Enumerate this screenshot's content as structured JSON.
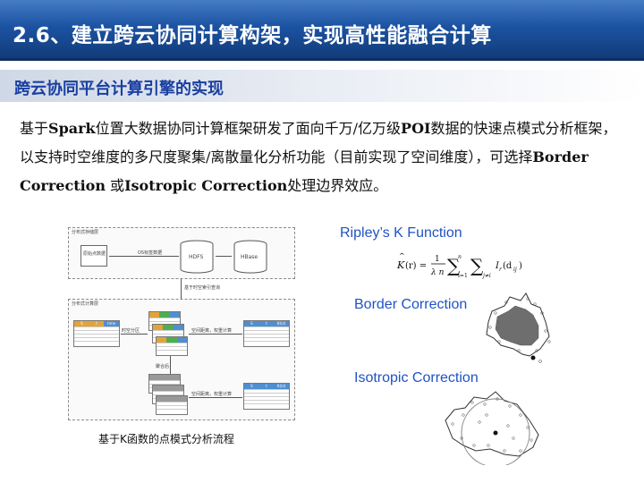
{
  "slide": {
    "title": "2.6、建立跨云协同计算构架，实现高性能融合计算",
    "subtitle": "跨云协同平台计算引擎的实现",
    "paragraph": {
      "p1": "基于",
      "spark": "Spark",
      "p2": "位置大数据协同计算框架研发了面向千万/亿万级",
      "poi": "POI",
      "p3": "数据的快速点模式分析框架，以支持时空维度的多尺度聚集/离散量化分析功能（目前实现了空间维度），可选择",
      "border": "Border Correction",
      "p4": " 或",
      "iso": "Isotropic Correction",
      "p5": "处理边界效应。"
    },
    "flow": {
      "storage_layer": "分布式存储层",
      "compute_layer": "分布式计算层",
      "raw_data": "原始点数据",
      "etl": "OS标签数据",
      "hdfs": "HDFS",
      "hbase": "HBase",
      "step_query": "基于时空索引查询",
      "step_time": "时空分区",
      "step_dist": "空间距离，权重计算",
      "step_agg": "聚合后",
      "step_dist2": "空间距离，权重计算",
      "col_s": "S",
      "col_t": "t",
      "col_time": "time",
      "col_kd": "K(Lt)",
      "caption": "基于K函数的点模式分析流程"
    },
    "right": {
      "ripley": "Ripley’s K Function",
      "border": "Border Correction",
      "isotropic": "Isotropic Correction"
    }
  }
}
